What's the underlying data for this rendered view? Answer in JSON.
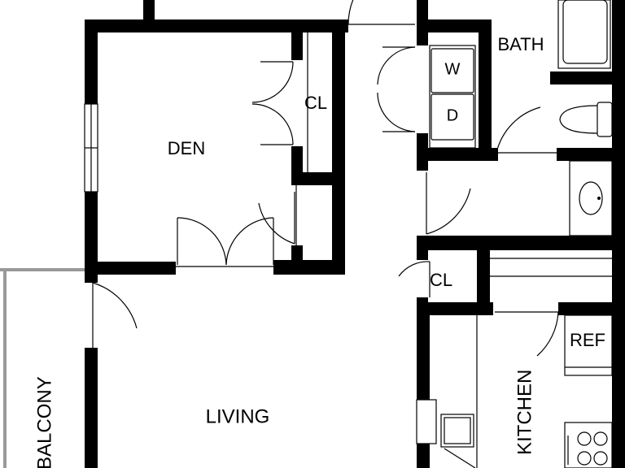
{
  "rooms": {
    "bath": "BATH",
    "washer": "W",
    "dryer": "D",
    "closet_den": "CL",
    "den": "DEN",
    "closet_hall": "CL",
    "refrigerator": "REF",
    "living": "LIVING",
    "kitchen": "KITCHEN",
    "balcony": "BALCONY"
  },
  "colors": {
    "wall": "#000000",
    "balcony_rail": "#999999",
    "background": "#ffffff"
  }
}
